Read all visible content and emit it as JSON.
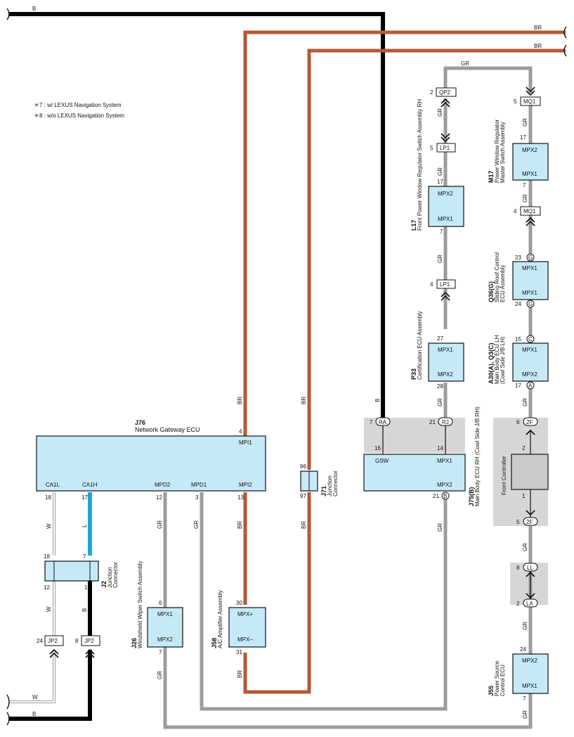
{
  "colors": {
    "black_wire": "#000000",
    "brown_wire": "#b35a34",
    "gray_wire": "#9c9c9c",
    "white_wire": "#d8d8d8",
    "blue_wire": "#1fa6e0",
    "ecu_fill": "#c6e9f7",
    "shade": "#d6d6d6"
  },
  "notes": {
    "note1": "＊7 : w/ LEXUS Navigation System",
    "note2": "＊8 : w/o LEXUS Navigation System"
  },
  "wire_labels": {
    "b": "B",
    "br": "BR",
    "gr": "GR",
    "w": "W",
    "l": "L"
  },
  "j76": {
    "code": "J76",
    "name": "Network Gateway ECU",
    "pins": {
      "ca1l": "CA1L",
      "ca1h": "CA1H",
      "mpd2": "MPD2",
      "mpd1": "MPD1",
      "mpi2": "MPI2",
      "mpi1": "MPI1"
    },
    "nums": {
      "mpi1": "4",
      "ca1l": "18",
      "ca1h": "17",
      "mpd2": "12",
      "mpd1": "3",
      "mpi2": "13"
    }
  },
  "j2": {
    "code": "J2",
    "name1": "Junction",
    "name2": "Connector",
    "nums": {
      "tl": "18",
      "tr": "7",
      "bl": "12",
      "br": "1"
    }
  },
  "jp2": {
    "label": "JP2",
    "n24": "24",
    "n8": "8"
  },
  "j26": {
    "code": "J26",
    "name": "Windshield Wiper Switch Assembly",
    "p1": "MPX1",
    "p2": "MPX2",
    "n6": "6",
    "n7": "7"
  },
  "j58": {
    "code": "J58",
    "name": "A/C Amplifier Assembly",
    "p1": "MPX+",
    "p2": "MPX–",
    "n30": "30",
    "n31": "31"
  },
  "j71": {
    "code": "J71",
    "name1": "Junction",
    "name2": "Connector",
    "n96": "96",
    "n97": "97"
  },
  "j75": {
    "code": "J75(B)",
    "name": "Main Body ECU RH (Cowl Side J/B RH)",
    "gsw": "GSW",
    "mpx1": "MPX1",
    "mpx2": "MPX2",
    "ra": "RA",
    "rj": "RJ",
    "b": "B",
    "n7": "7",
    "n21": "21",
    "n16": "16",
    "n14": "14",
    "n21b": "21"
  },
  "p33": {
    "code": "P33",
    "name": "Certification ECU Assembly",
    "p1": "MPX1",
    "p2": "MPX2",
    "n27": "27",
    "n28": "28"
  },
  "l17": {
    "code": "L17",
    "name": "Front Power Window Regulator Switch Assembly RH",
    "p2": "MPX2",
    "p1": "MPX1",
    "n17": "17",
    "n7": "7"
  },
  "lp1": {
    "label": "LP1",
    "n5": "5",
    "n4": "4"
  },
  "qp2": {
    "label": "QP2",
    "n2": "2"
  },
  "mq1": {
    "label": "MQ1",
    "n5": "5",
    "n4": "4"
  },
  "m17": {
    "code": "M17",
    "name1": "Power Window Regulator",
    "name2": "Master Switch Assembly",
    "p2": "MPX2",
    "p1": "MPX1",
    "n17": "17",
    "n7": "7"
  },
  "q36": {
    "code": "Q36(G)",
    "name1": "Sliding Roof Control",
    "name2": "ECU Assembly",
    "p1a": "MPX1",
    "p1b": "MPX1",
    "g": "G",
    "n23": "23",
    "n24": "24"
  },
  "a30": {
    "code": "A30(A), Q3(C)",
    "name1": "Main Body ECU LH",
    "name2": "(Cowl Side J/B LH)",
    "p1": "MPX1",
    "p2": "MPX2",
    "c": "C",
    "a": "A",
    "n15": "15",
    "n17": "17"
  },
  "front_ctrl": {
    "name": "Front Controller",
    "f2": "2F",
    "n6": "6",
    "n5": "5",
    "n2": "2",
    "n1": "1"
  },
  "llla": {
    "ll": "LL",
    "la": "LA",
    "n8": "8",
    "n2": "2"
  },
  "j55": {
    "code": "J55",
    "name1": "Power Source",
    "name2": "Control ECU",
    "p2": "MPX2",
    "p1": "MPX1",
    "n24": "24",
    "n7": "7"
  }
}
